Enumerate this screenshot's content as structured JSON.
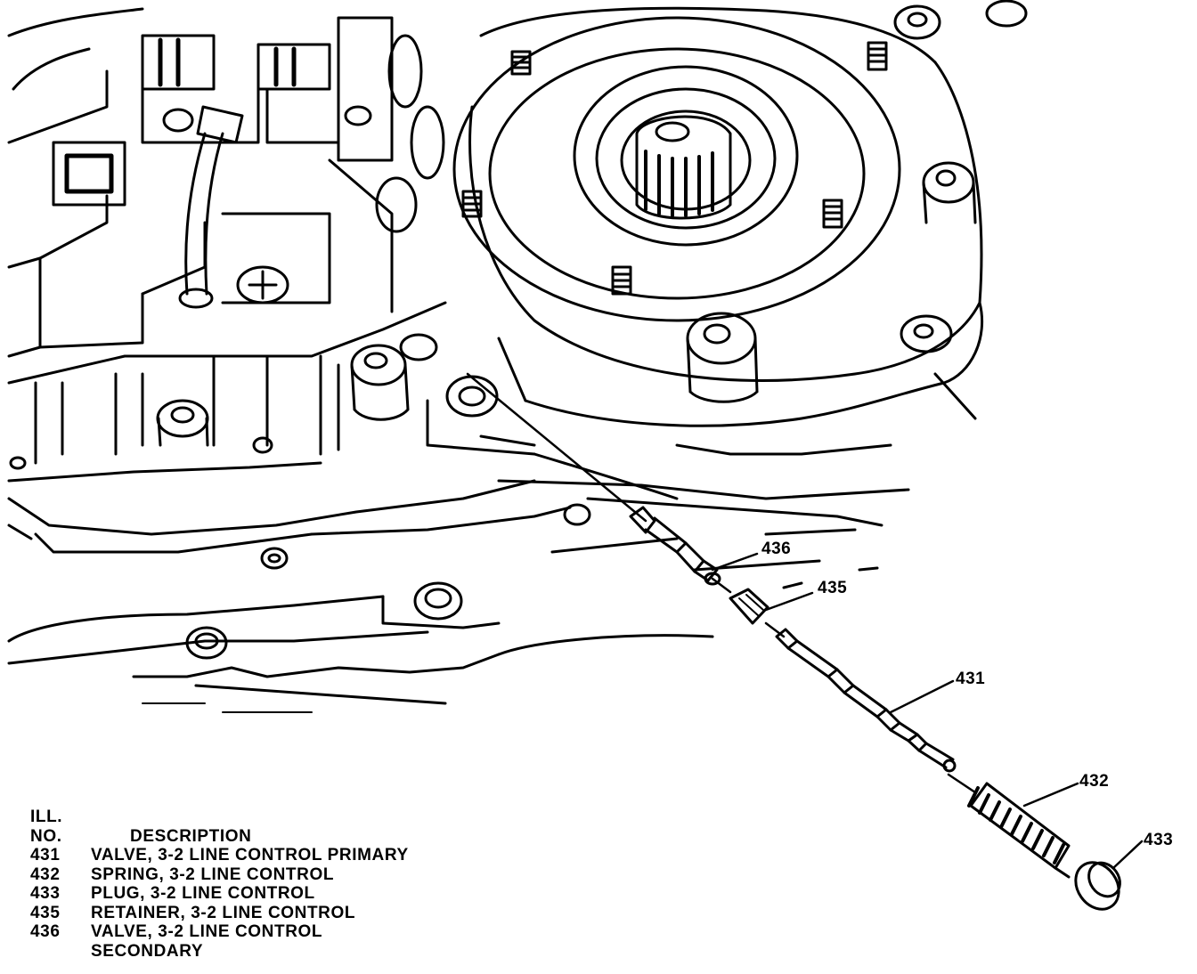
{
  "callouts": {
    "c436": "436",
    "c435": "435",
    "c431": "431",
    "c432": "432",
    "c433": "433"
  },
  "legend": {
    "header_line1": "ILL.",
    "header_no": "NO.",
    "header_desc": "DESCRIPTION",
    "rows": [
      {
        "no": "431",
        "desc": "VALVE, 3-2 LINE CONTROL PRIMARY"
      },
      {
        "no": "432",
        "desc": "SPRING, 3-2 LINE CONTROL"
      },
      {
        "no": "433",
        "desc": "PLUG, 3-2 LINE CONTROL"
      },
      {
        "no": "435",
        "desc": "RETAINER, 3-2 LINE CONTROL"
      },
      {
        "no": "436",
        "desc": "VALVE, 3-2 LINE CONTROL"
      }
    ],
    "continuation": "SECONDARY"
  }
}
